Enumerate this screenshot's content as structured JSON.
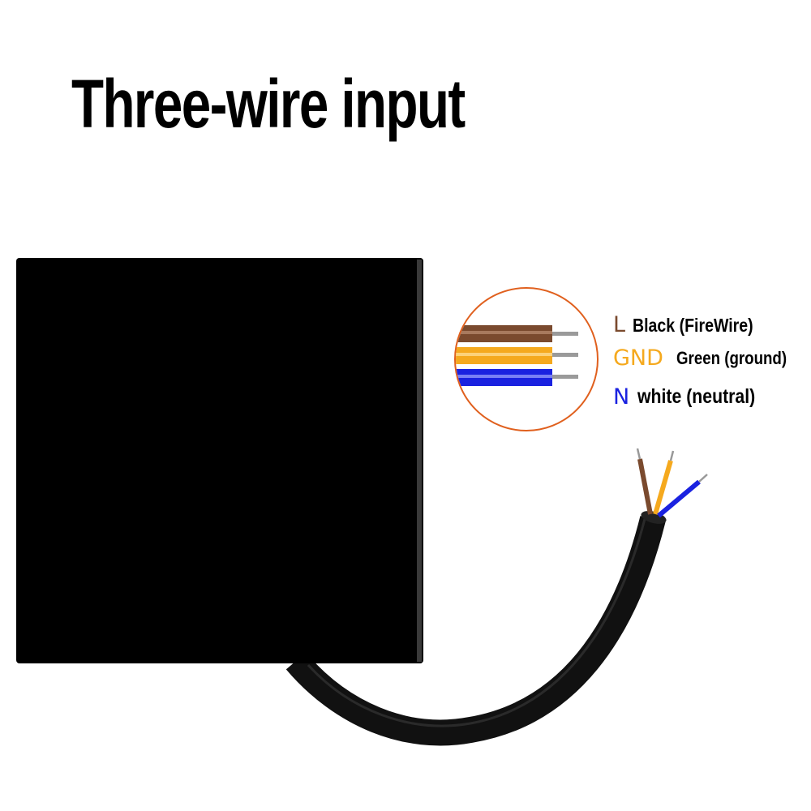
{
  "title": "Three-wire input",
  "colors": {
    "panel": "#000000",
    "cable": "#111111",
    "circle": "#e0601e",
    "live": "#7a4a2e",
    "ground": "#f5a91e",
    "neutral": "#1a22e0",
    "conductor": "#9a9a9a"
  },
  "legend": [
    {
      "code": "L",
      "description": "Black (FireWire)"
    },
    {
      "code": "GND",
      "description": "Green (ground)"
    },
    {
      "code": "N",
      "description": "white (neutral)"
    }
  ]
}
